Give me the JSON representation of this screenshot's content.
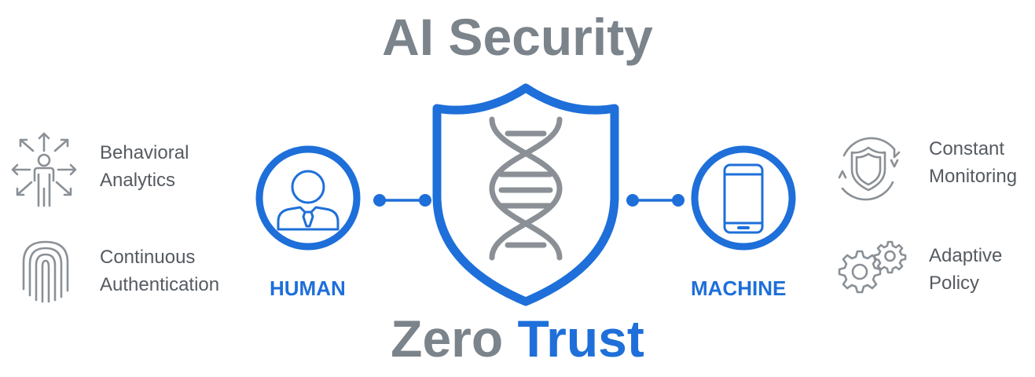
{
  "title_top": "AI Security",
  "title_bottom": {
    "word1": "Zero",
    "word2": "Trust"
  },
  "features_left": [
    {
      "line1": "Behavioral",
      "line2": "Analytics",
      "icon": "person-arrows-icon"
    },
    {
      "line1": "Continuous",
      "line2": "Authentication",
      "icon": "fingerprint-icon"
    }
  ],
  "features_right": [
    {
      "line1": "Constant",
      "line2": "Monitoring",
      "icon": "shield-cycle-icon"
    },
    {
      "line1": "Adaptive",
      "line2": "Policy",
      "icon": "gears-icon"
    }
  ],
  "nodes": {
    "human": "HUMAN",
    "machine": "MACHINE"
  },
  "center_icon": "dna-shield-icon",
  "colors": {
    "accent": "#1e6fd9",
    "gray": "#7b838b",
    "icon_gray": "#8a9096",
    "text": "#555b61"
  }
}
